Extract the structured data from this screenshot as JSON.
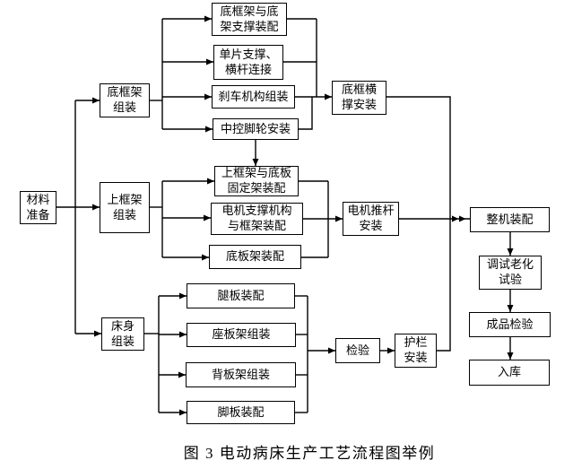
{
  "caption": "图 3 电动病床生产工艺流程图举例",
  "colors": {
    "line": "#000000",
    "background": "#ffffff",
    "text": "#000000"
  },
  "nodes": {
    "material": "材料\n准备",
    "base_frame": "底框架\n组装",
    "upper_frame": "上框架\n组装",
    "bed_body": "床身\n组装",
    "base_frame_support": "底框架与底\n架支撑装配",
    "single_support": "单片支撑、\n横杆连接",
    "brake": "刹车机构组装",
    "caster": "中控脚轮安装",
    "crossbar": "底框横\n撑安装",
    "upper_base_plate": "上框架与底板\n固定架装配",
    "motor_support": "电机支撑机构\n与框架装配",
    "base_plate": "底板架装配",
    "pushrod": "电机推杆\n安装",
    "whole_machine": "整机装配",
    "aging_test": "调试老化\n试验",
    "final_inspection": "成品检验",
    "warehouse": "入库",
    "leg_plate": "腿板装配",
    "seat_plate": "座板架组装",
    "back_plate": "背板架组装",
    "foot_plate": "脚板装配",
    "inspection": "检验",
    "guardrail": "护栏\n安装"
  },
  "edges": [
    {
      "from": "material",
      "to": "base_frame"
    },
    {
      "from": "material",
      "to": "upper_frame"
    },
    {
      "from": "material",
      "to": "bed_body"
    },
    {
      "from": "base_frame",
      "to": "base_frame_support"
    },
    {
      "from": "base_frame",
      "to": "single_support"
    },
    {
      "from": "base_frame",
      "to": "brake"
    },
    {
      "from": "base_frame",
      "to": "caster"
    },
    {
      "from": "base_frame_support",
      "to": "crossbar"
    },
    {
      "from": "single_support",
      "to": "crossbar"
    },
    {
      "from": "brake",
      "to": "crossbar"
    },
    {
      "from": "caster",
      "to": "crossbar"
    },
    {
      "from": "caster",
      "to": "upper_base_plate"
    },
    {
      "from": "upper_frame",
      "to": "upper_base_plate"
    },
    {
      "from": "upper_frame",
      "to": "motor_support"
    },
    {
      "from": "upper_frame",
      "to": "base_plate"
    },
    {
      "from": "upper_base_plate",
      "to": "pushrod"
    },
    {
      "from": "motor_support",
      "to": "pushrod"
    },
    {
      "from": "base_plate",
      "to": "pushrod"
    },
    {
      "from": "crossbar",
      "to": "whole_machine"
    },
    {
      "from": "pushrod",
      "to": "whole_machine"
    },
    {
      "from": "guardrail",
      "to": "whole_machine"
    },
    {
      "from": "bed_body",
      "to": "leg_plate"
    },
    {
      "from": "bed_body",
      "to": "seat_plate"
    },
    {
      "from": "bed_body",
      "to": "back_plate"
    },
    {
      "from": "bed_body",
      "to": "foot_plate"
    },
    {
      "from": "leg_plate",
      "to": "inspection"
    },
    {
      "from": "seat_plate",
      "to": "inspection"
    },
    {
      "from": "back_plate",
      "to": "inspection"
    },
    {
      "from": "foot_plate",
      "to": "inspection"
    },
    {
      "from": "inspection",
      "to": "guardrail"
    },
    {
      "from": "whole_machine",
      "to": "aging_test"
    },
    {
      "from": "aging_test",
      "to": "final_inspection"
    },
    {
      "from": "final_inspection",
      "to": "warehouse"
    }
  ]
}
